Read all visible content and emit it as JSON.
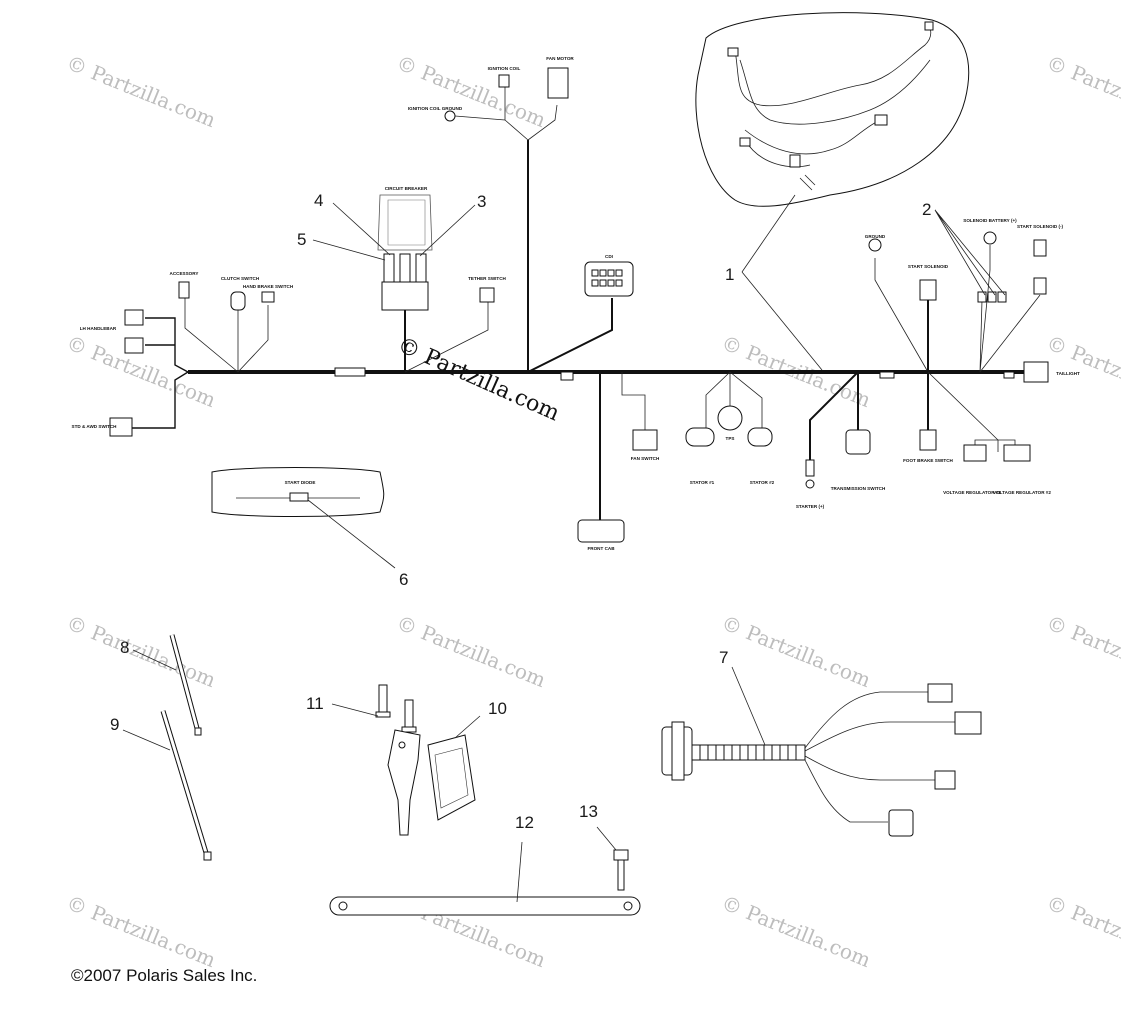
{
  "copyright": "©2007 Polaris Sales Inc.",
  "watermark_text": "© Partzilla.com",
  "center_stamp": "© Partzilla.com",
  "callouts": [
    "1",
    "2",
    "3",
    "4",
    "5",
    "6",
    "7",
    "8",
    "9",
    "10",
    "11",
    "12",
    "13"
  ],
  "connector_labels": {
    "ignition_coil": "IGNITION COIL",
    "fan_motor": "FAN MOTOR",
    "ignition_coil_ground": "IGNITION COIL GROUND",
    "circuit_breaker": "CIRCUIT BREAKER",
    "accessory": "ACCESSORY",
    "clutch_switch": "CLUTCH SWITCH",
    "hand_brake_switch": "HAND BRAKE SWITCH",
    "lh_handlebar": "LH HANDLEBAR",
    "std_awd_switch": "STD & AWD SWITCH",
    "tether_switch": "TETHER SWITCH",
    "cdi": "CDI",
    "fan_switch": "FAN SWITCH",
    "front_cab": "FRONT CAB",
    "tps": "TPS",
    "stator_1": "STATOR #1",
    "stator_2": "STATOR #2",
    "starter": "STARTER (+)",
    "transmission_switch": "TRANSMISSION SWITCH",
    "ground": "GROUND",
    "start_solenoid": "START SOLENOID",
    "solenoid_battery": "SOLENOID BATTERY (+)",
    "start_solenoid_2": "START SOLENOID (-)",
    "foot_brake_switch": "FOOT BRAKE SWITCH",
    "voltage_regulator_1": "VOLTAGE REGULATOR #1",
    "voltage_regulator_2": "VOLTAGE REGULATOR #2",
    "taillight": "TAILLIGHT",
    "start_diode": "START DIODE"
  }
}
